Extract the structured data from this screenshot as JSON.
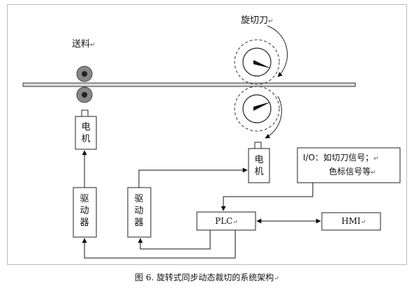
{
  "labels": {
    "feed": "送料",
    "rotary_knife": "旋切刀",
    "motor_left": "电\n机",
    "motor_right": "电\n机",
    "driver_left": "驱\n动\n器",
    "driver_right": "驱\n动\n器",
    "io_line1": "I/O：如切刀信号；",
    "io_line2": "色标信号等",
    "plc": "PLC",
    "hmi": "HMI",
    "paragraph_mark": "↵"
  },
  "caption": "图 6.  旋转式同步动态裁切的系统架构"
}
